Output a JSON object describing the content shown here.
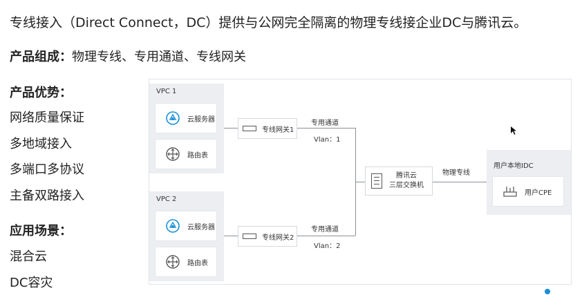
{
  "intro": "专线接入（Direct Connect，DC）提供与公网完全隔离的物理专线接企业DC与腾讯云。",
  "composition": {
    "label": "产品组成：",
    "value": "物理专线、专用通道、专线网关"
  },
  "advantages": {
    "label": "产品优势：",
    "items": [
      "网络质量保证",
      "多地域接入",
      "多端口多协议",
      "主备双路接入"
    ]
  },
  "scenarios": {
    "label": "应用场景：",
    "items": [
      "混合云",
      "DC容灾"
    ]
  },
  "diagram": {
    "vpc1": {
      "title": "VPC 1",
      "server": "云服务器",
      "route": "路由表"
    },
    "vpc2": {
      "title": "VPC 2",
      "server": "云服务器",
      "route": "路由表"
    },
    "gateway1": "专线网关1",
    "gateway2": "专线网关2",
    "channel1": {
      "label": "专用通道",
      "vlan": "Vlan：1"
    },
    "channel2": {
      "label": "专用通道",
      "vlan": "Vlan：2"
    },
    "switch": {
      "line1": "腾讯云",
      "line2": "三层交换机"
    },
    "physical_line": "物理专线",
    "idc": {
      "title": "用户本地IDC",
      "cpe": "用户CPE"
    },
    "colors": {
      "accent": "#1a8fd8",
      "panel": "#eceef1",
      "line": "#8a8f96"
    }
  }
}
